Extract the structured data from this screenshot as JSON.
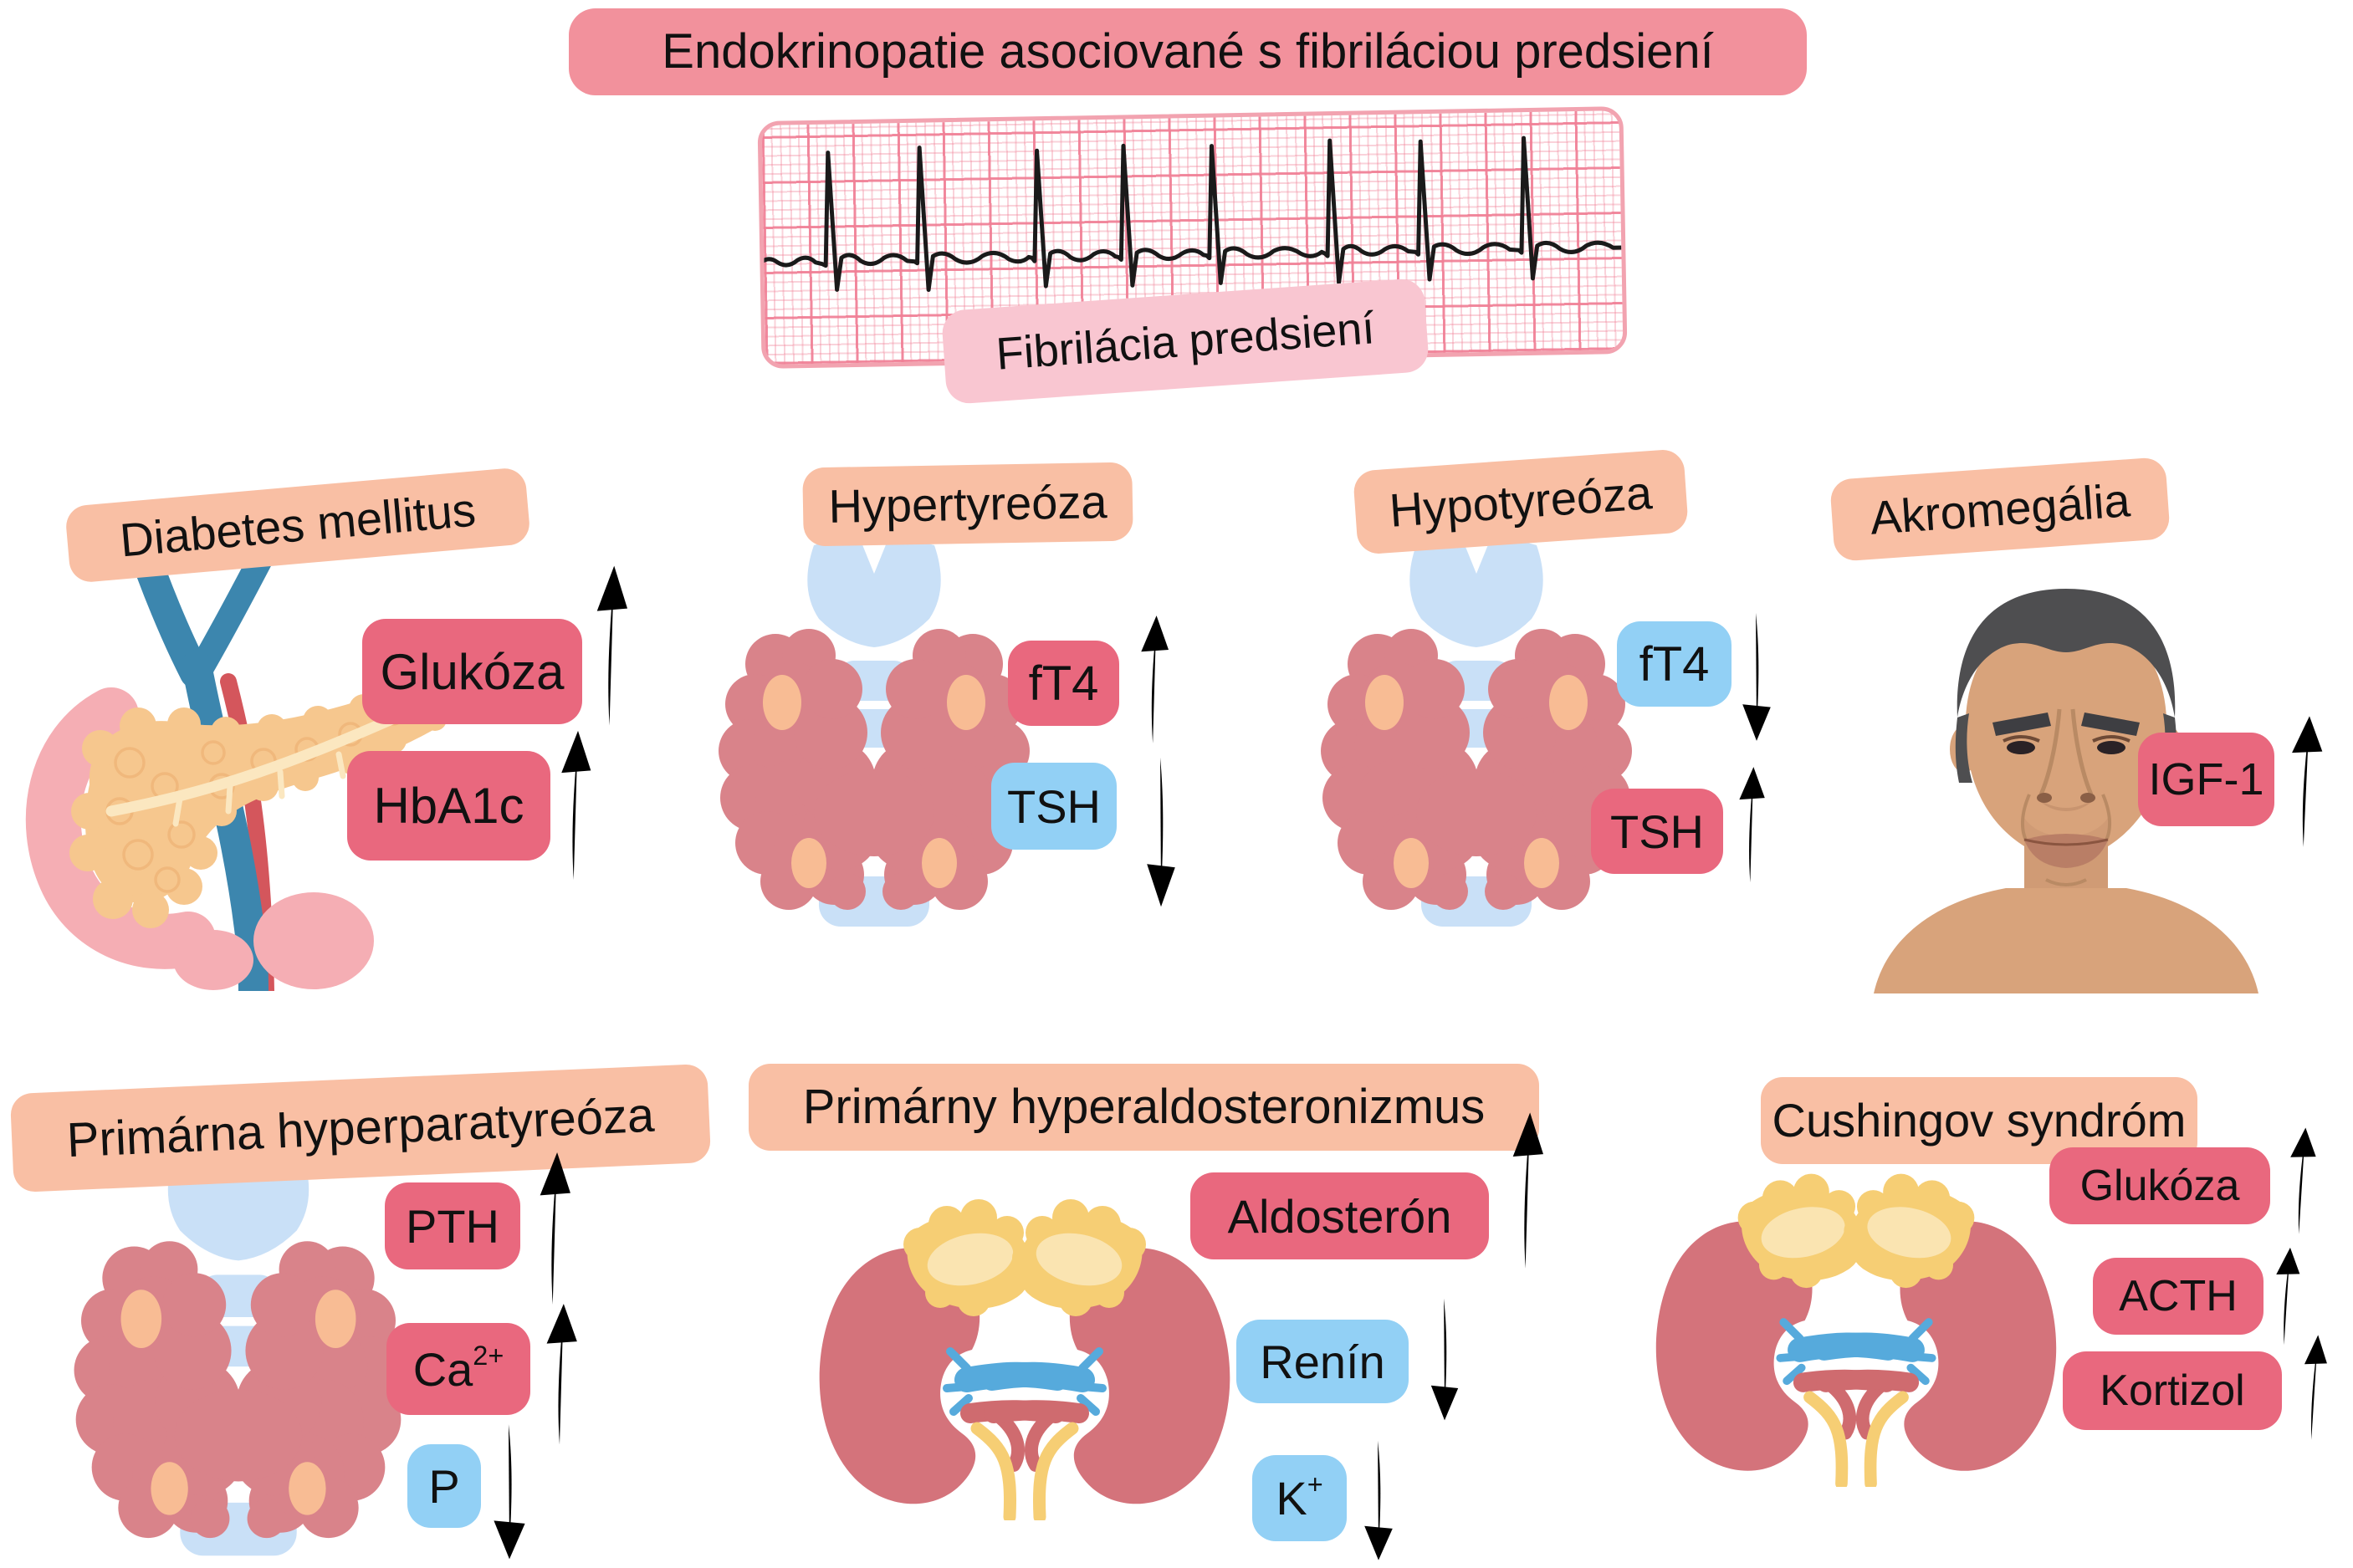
{
  "title": {
    "label": "Endokrinopatie asociované s fibriláciou predsiení",
    "bg": "#F2919C"
  },
  "ecg": {
    "label": "Fibrilácia predsiení",
    "label_bg": "#F9C6D1",
    "grid_color": "#F07F95",
    "trace_color": "#1A1A1A"
  },
  "palette": {
    "section_header_bg": "#F9BFA4",
    "pink_badge_bg": "#E9687E",
    "blue_badge_bg": "#92D0F5",
    "up_arrow": "#E8697D",
    "down_arrow": "#3FA9E8",
    "thyroid": "#D9838A",
    "trachea": "#C9E0F7",
    "parathyroid": "#F8BC94",
    "kidney": "#D4737B",
    "adrenal": "#F6CE74",
    "pancreas": "#F6C78E",
    "text": "#111111",
    "background": "#FFFFFF"
  },
  "sections": [
    {
      "header": "Diabetes mellitus",
      "organ": "pancreas",
      "markers": [
        {
          "label": "Glukóza",
          "sup": "",
          "direction": "up",
          "tone": "pink"
        },
        {
          "label": "HbA1c",
          "sup": "",
          "direction": "up",
          "tone": "pink"
        }
      ]
    },
    {
      "header": "Hypertyreóza",
      "organ": "thyroid",
      "markers": [
        {
          "label": "fT4",
          "sup": "",
          "direction": "up",
          "tone": "pink"
        },
        {
          "label": "TSH",
          "sup": "",
          "direction": "down",
          "tone": "blue"
        }
      ]
    },
    {
      "header": "Hypotyreóza",
      "organ": "thyroid",
      "markers": [
        {
          "label": "fT4",
          "sup": "",
          "direction": "down",
          "tone": "blue"
        },
        {
          "label": "TSH",
          "sup": "",
          "direction": "up",
          "tone": "pink"
        }
      ]
    },
    {
      "header": "Akromegália",
      "organ": "face",
      "markers": [
        {
          "label": "IGF-1",
          "sup": "",
          "direction": "up",
          "tone": "pink"
        }
      ]
    },
    {
      "header": "Primárna hyperparatyreóza",
      "organ": "thyroid",
      "markers": [
        {
          "label": "PTH",
          "sup": "",
          "direction": "up",
          "tone": "pink"
        },
        {
          "label": "Ca",
          "sup": "2+",
          "direction": "up",
          "tone": "pink"
        },
        {
          "label": "P",
          "sup": "",
          "direction": "down",
          "tone": "blue"
        }
      ]
    },
    {
      "header": "Primárny hyperaldosteronizmus",
      "organ": "kidneys",
      "markers": [
        {
          "label": "Aldosterón",
          "sup": "",
          "direction": "up",
          "tone": "pink"
        },
        {
          "label": "Renín",
          "sup": "",
          "direction": "down",
          "tone": "blue"
        },
        {
          "label": "K",
          "sup": "+",
          "direction": "down",
          "tone": "blue"
        }
      ]
    },
    {
      "header": "Cushingov syndróm",
      "organ": "kidneys",
      "markers": [
        {
          "label": "Glukóza",
          "sup": "",
          "direction": "up",
          "tone": "pink"
        },
        {
          "label": "ACTH",
          "sup": "",
          "direction": "up",
          "tone": "pink"
        },
        {
          "label": "Kortizol",
          "sup": "",
          "direction": "up",
          "tone": "pink"
        }
      ]
    }
  ]
}
